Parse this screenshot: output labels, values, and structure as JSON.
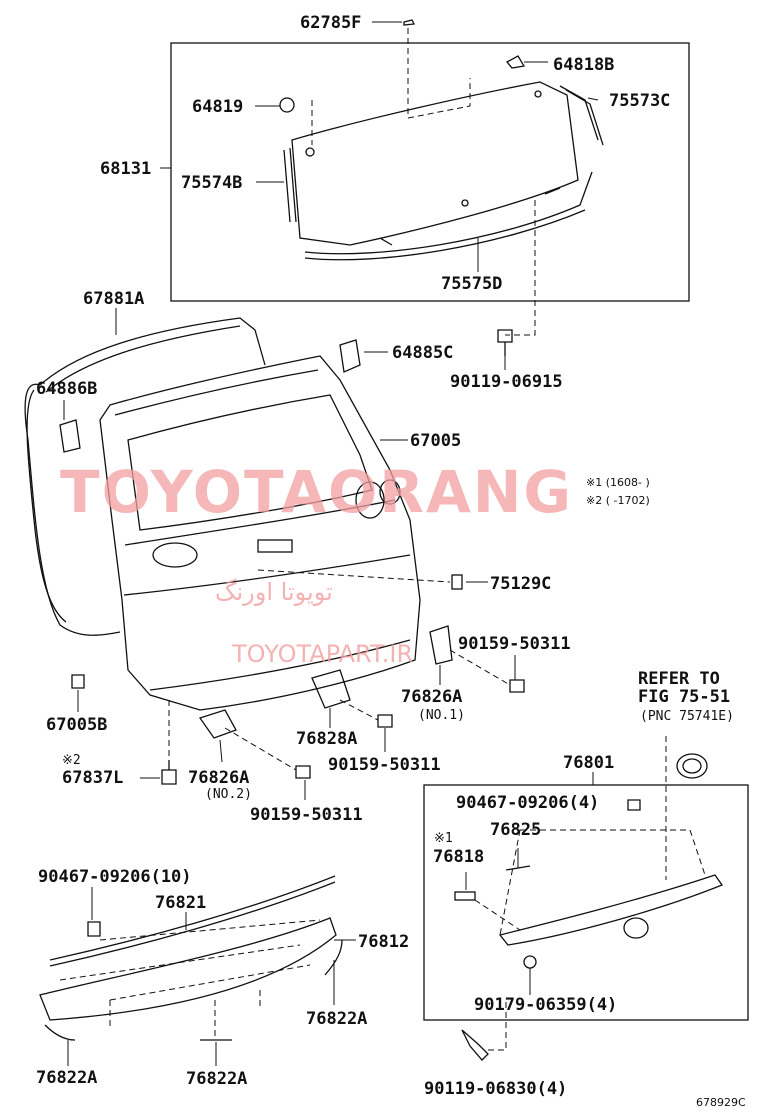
{
  "watermark": {
    "main": "TOYOTAORANG",
    "persian": "تویوتا اورنگ",
    "site": "TOYOTAPART.IR"
  },
  "notes": {
    "note1": "※1 (1608-   )",
    "note2": "※2 (   -1702)"
  },
  "refer": {
    "line1": "REFER TO",
    "line2": "FIG 75-51",
    "line3": "(PNC 75741E)"
  },
  "labels": {
    "p62785F": "62785F",
    "p64818B": "64818B",
    "p64819": "64819",
    "p75573C": "75573C",
    "p68131": "68131",
    "p75574B": "75574B",
    "p75575D": "75575D",
    "p67881A": "67881A",
    "p64885C": "64885C",
    "p90119_06915": "90119-06915",
    "p64886B": "64886B",
    "p67005": "67005",
    "p75129C": "75129C",
    "p90159_50311_a": "90159-50311",
    "p76826A_1": "76826A",
    "p76826A_1_sub": "(NO.1)",
    "p67005B": "67005B",
    "p76828A": "76828A",
    "p90159_50311_b": "90159-50311",
    "p67837L_mark": "※2",
    "p67837L": "67837L",
    "p76826A_2": "76826A",
    "p76826A_2_sub": "(NO.2)",
    "p90159_50311_c": "90159-50311",
    "p76801": "76801",
    "p90467_09206_4": "90467-09206(4)",
    "p76825": "76825",
    "p76818_mark": "※1",
    "p76818": "76818",
    "p90467_09206_10": "90467-09206(10)",
    "p76821": "76821",
    "p76812": "76812",
    "p76822A_a": "76822A",
    "p76822A_b": "76822A",
    "p76822A_c": "76822A",
    "p90179_06359": "90179-06359(4)",
    "p90119_06830": "90119-06830(4)",
    "diagram_id": "678929C"
  }
}
